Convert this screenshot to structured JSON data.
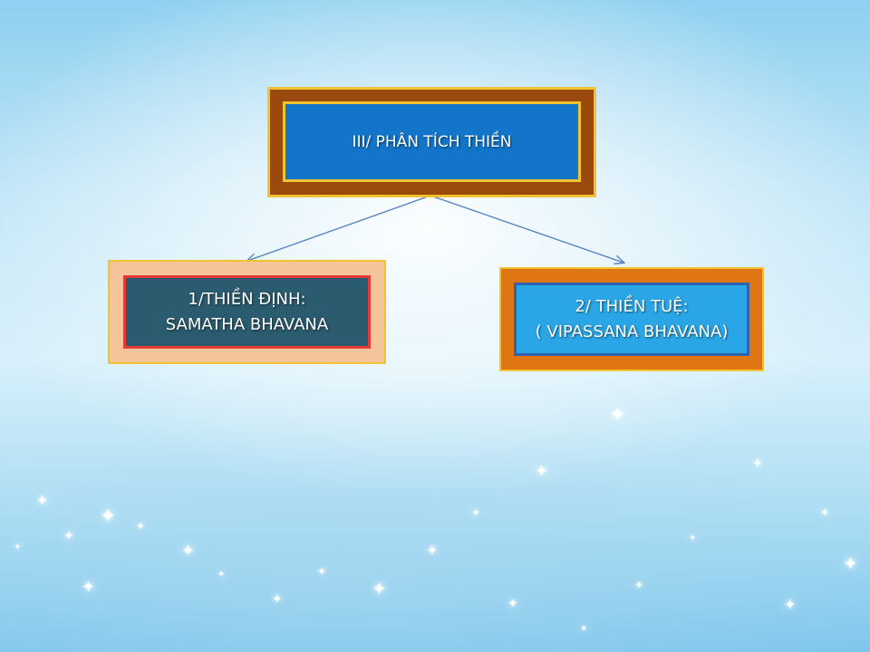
{
  "diagram": {
    "root": {
      "label": "III/  PHÂN TÍCH THIỀN"
    },
    "left": {
      "line1": "1/THIỀN ĐỊNH:",
      "line2": "SAMATHA BHAVANA"
    },
    "right": {
      "line1": "2/ THIỀN TUỆ:",
      "line2": "( VIPASSANA BHAVANA)"
    }
  },
  "colors": {
    "root_frame": "#9b4a0d",
    "root_fill": "#1275c9",
    "left_frame": "#f6c49a",
    "left_fill": "#2b5b6e",
    "right_frame": "#e07613",
    "right_fill": "#2aa6e6",
    "gold_border": "#f1c232",
    "connector": "#4f7fc0"
  },
  "icons": {
    "decoration": "sparkle-icon"
  }
}
